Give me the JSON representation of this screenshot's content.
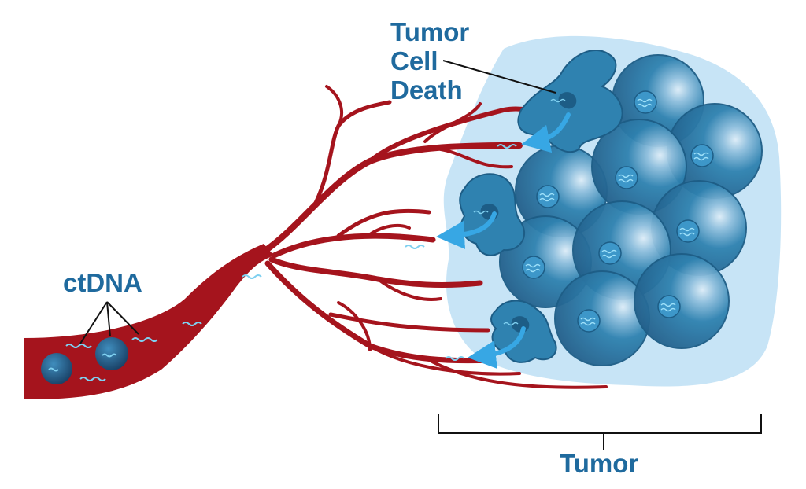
{
  "labels": {
    "tumor_cell_death": [
      "Tumor",
      "Cell",
      "Death"
    ],
    "ctdna": "ctDNA",
    "tumor": "Tumor"
  },
  "colors": {
    "vessel": "#a5141d",
    "vessel_dark": "#7e0e14",
    "halo": "#bfe1f4",
    "cell": "#2d7fad",
    "cell_dark": "#1d5d86",
    "nucleus": "#3d97c9",
    "dna": "#7fd0f0",
    "arrow": "#37a7e4",
    "text": "#1f6a9e"
  }
}
